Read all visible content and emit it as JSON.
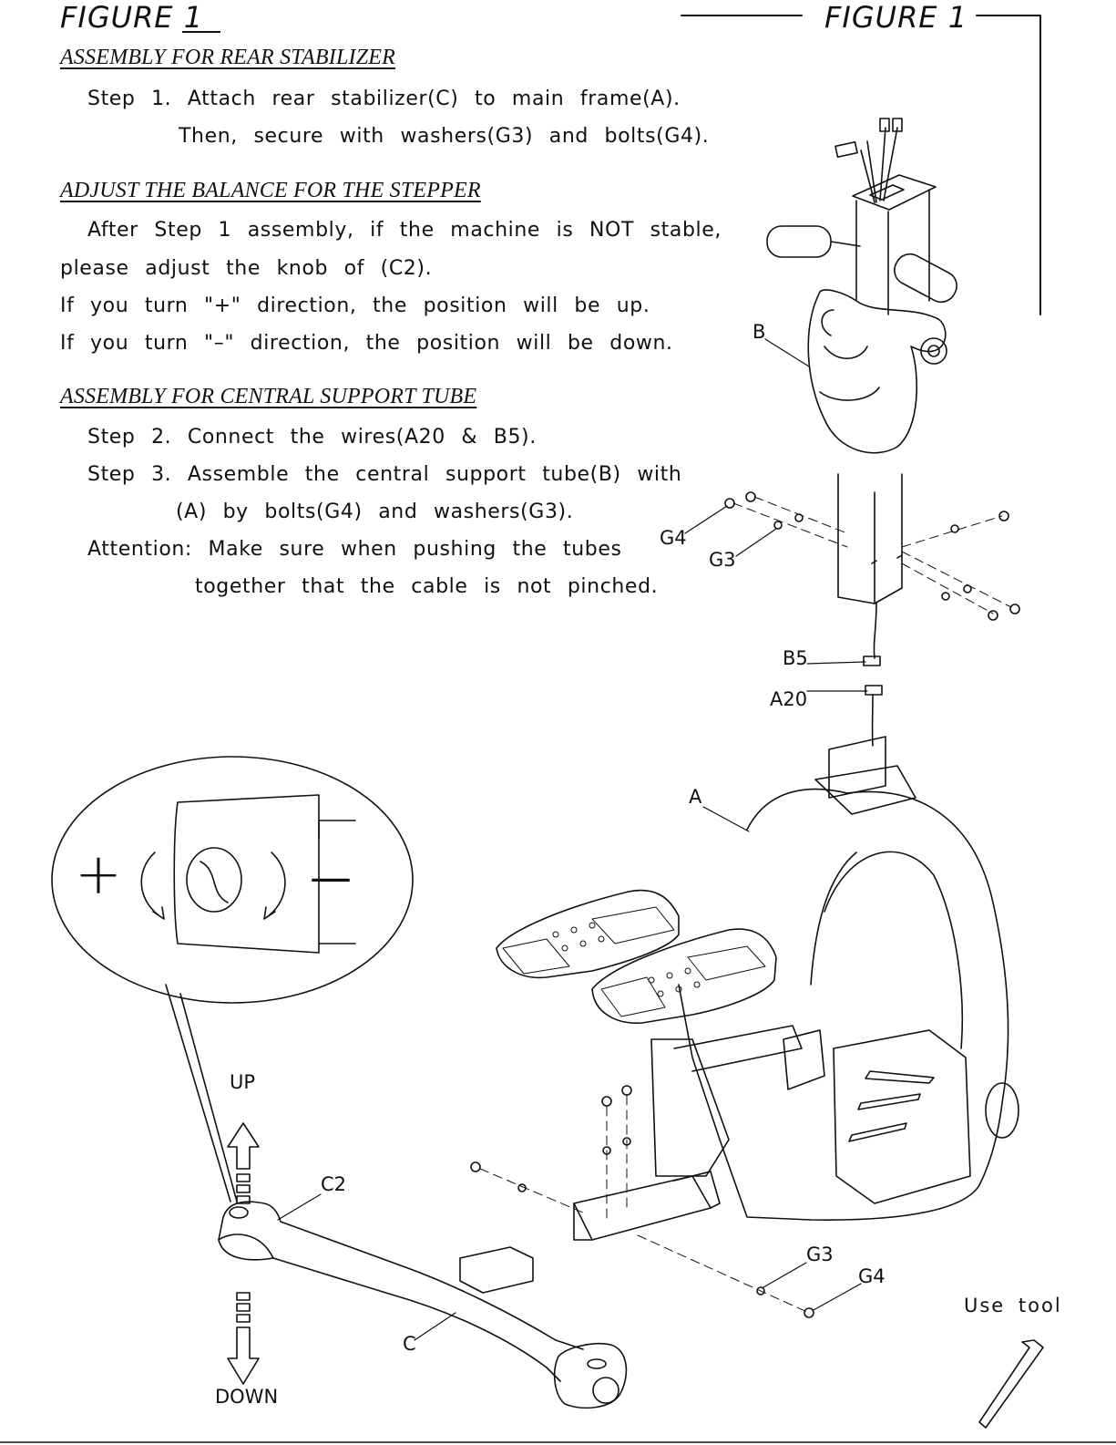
{
  "figure_title_left": "FIGURE 1",
  "figure_title_right": "FIGURE 1",
  "sections": {
    "rear_stabilizer": {
      "heading": "ASSEMBLY FOR REAR STABILIZER",
      "lines": [
        "Step 1. Attach rear stabilizer(C) to main frame(A).",
        "Then, secure with washers(G3) and bolts(G4)."
      ]
    },
    "balance": {
      "heading": "ADJUST THE BALANCE FOR THE STEPPER",
      "lines": [
        "After Step 1 assembly, if the machine is NOT stable,",
        "please adjust the knob of (C2).",
        "If you turn \"+\" direction, the position will be up.",
        "If you turn \"–\" direction, the position will be down."
      ]
    },
    "central_tube": {
      "heading": "ASSEMBLY FOR CENTRAL SUPPORT TUBE",
      "lines": [
        "Step 2. Connect the wires(A20 & B5).",
        "Step 3. Assemble the central support tube(B) with",
        "(A) by bolts(G4) and washers(G3).",
        "Attention: Make sure when pushing the tubes",
        "together that the cable is not pinched."
      ]
    }
  },
  "part_labels": {
    "B": "B",
    "G4_top": "G4",
    "G3_top": "G3",
    "B5": "B5",
    "A20": "A20",
    "A": "A",
    "C2": "C2",
    "C": "C",
    "G3_bottom": "G3",
    "G4_bottom": "G4",
    "up": "UP",
    "down": "DOWN",
    "plus": "+",
    "minus": "—"
  },
  "tool_note": "Use tool"
}
